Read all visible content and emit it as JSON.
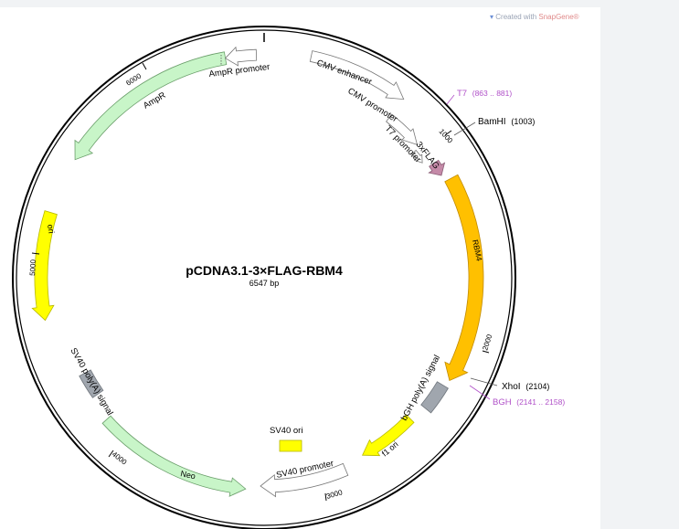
{
  "watermark": {
    "prefix": "Created with ",
    "brand": "SnapGene®"
  },
  "plasmid": {
    "name": "pCDNA3.1-3×FLAG-RBM4",
    "size": "6547 bp"
  },
  "ticks": [
    "1000",
    "2000",
    "3000",
    "4000",
    "5000",
    "6000"
  ],
  "features": {
    "cmv_enhancer": "CMV enhancer",
    "cmv_promoter": "CMV promoter",
    "t7_promoter": "T7 promoter",
    "flag": "3xFLAG",
    "rbm4": "RBM4",
    "bgh_signal": "bGH poly(A) signal",
    "f1_ori": "f1 ori",
    "sv40_promoter": "SV40 promoter",
    "sv40_ori": "SV40 ori",
    "neo": "Neo",
    "sv40_signal": "SV40 poly(A) signal",
    "ori": "ori",
    "ampr": "AmpR",
    "ampr_promoter": "AmpR promoter"
  },
  "sites": {
    "t7": {
      "name": "T7",
      "pos": "(863 .. 881)"
    },
    "bamhi": {
      "name": "BamHI",
      "pos": "(1003)"
    },
    "xhoi": {
      "name": "XhoI",
      "pos": "(2104)"
    },
    "bgh": {
      "name": "BGH",
      "pos": "(2141 .. 2158)"
    }
  },
  "colors": {
    "promoter_fill": "#ffffff",
    "cds_fill": "#c8f5c8",
    "rbm4_fill": "#ffc000",
    "ori_fill": "#ffff00",
    "signal_fill": "#a0a6ae",
    "flag_fill": "#c58aa8",
    "primer_color": "#b050c8"
  }
}
